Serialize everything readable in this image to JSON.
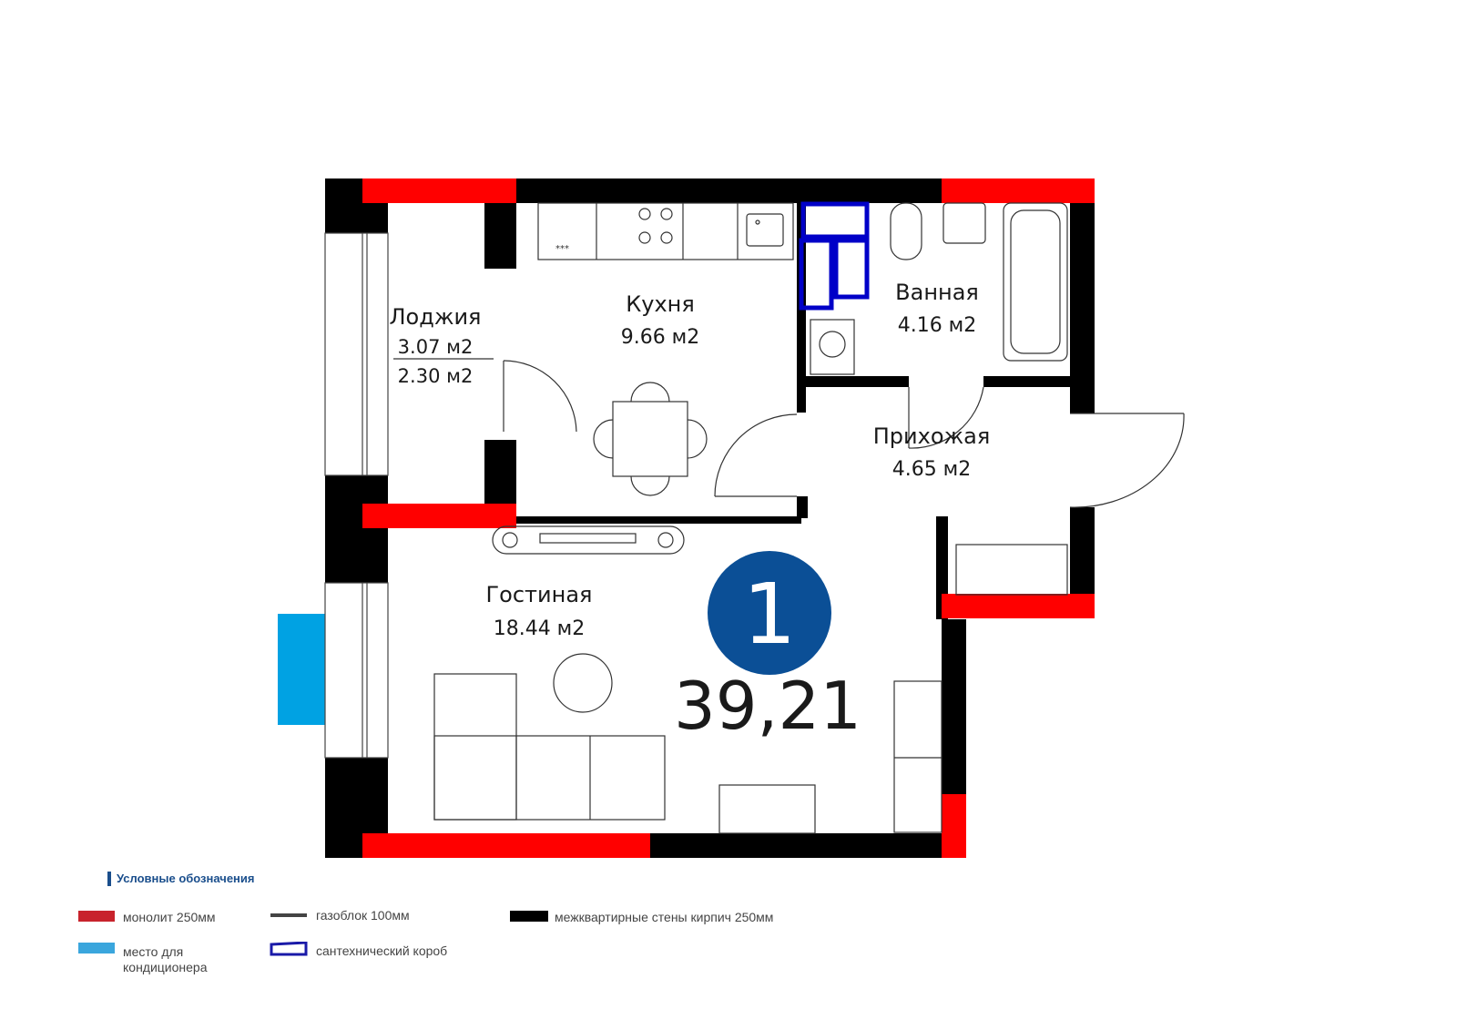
{
  "apartment": {
    "rooms_count": "1",
    "total_area": "39,21",
    "badge_color": "#0b4f96"
  },
  "rooms": {
    "loggia": {
      "name": "Лоджия",
      "area": "3.07 м2",
      "area_alt": "2.30 м2"
    },
    "kitchen": {
      "name": "Кухня",
      "area": "9.66 м2"
    },
    "bathroom": {
      "name": "Ванная",
      "area": "4.16 м2"
    },
    "hallway": {
      "name": "Прихожая",
      "area": "4.65 м2"
    },
    "living": {
      "name": "Гостиная",
      "area": "18.44 м2"
    }
  },
  "legend": {
    "title": "Условные обозначения",
    "items": {
      "monolith": {
        "label": "монолит 250мм",
        "color": "#c8232c"
      },
      "gasblock": {
        "label": "газоблок 100мм",
        "color": "#444444"
      },
      "brick": {
        "label": "межквартирные стены кирпич 250мм",
        "color": "#000000"
      },
      "ac": {
        "label_line1": "место для",
        "label_line2": "кондиционера",
        "color": "#3aa6dd"
      },
      "shaft": {
        "label": "сантехнический короб",
        "color": "#1a1aa8"
      }
    }
  },
  "colors": {
    "monolith_plan": "#ff0000",
    "brick_plan": "#000000",
    "ac_plan": "#00a2e3",
    "shaft_plan": "#0000c8"
  }
}
